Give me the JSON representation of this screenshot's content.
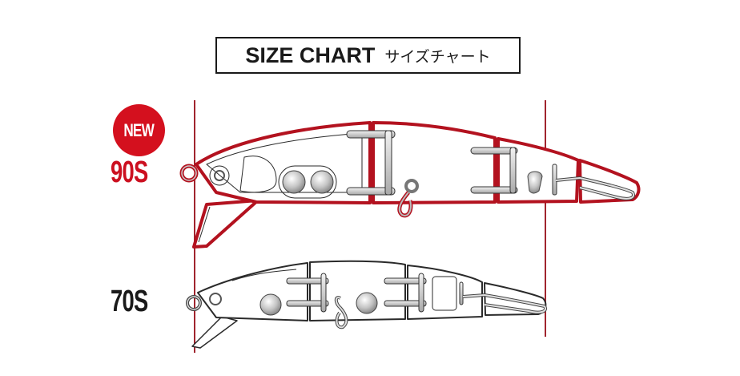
{
  "title": {
    "english": "SIZE CHART",
    "japanese": "サイズチャート"
  },
  "badge": {
    "label": "NEW",
    "color": "#d4101e"
  },
  "models": [
    {
      "label": "90S",
      "color": "#cc1020",
      "is_new": true
    },
    {
      "label": "70S",
      "color": "#1a1a1a",
      "is_new": false
    }
  ],
  "colors": {
    "accent_red": "#b3121f",
    "guide_line": "#a0242e",
    "outline": "#2a2a2a",
    "metal": "#c8c8c8"
  }
}
